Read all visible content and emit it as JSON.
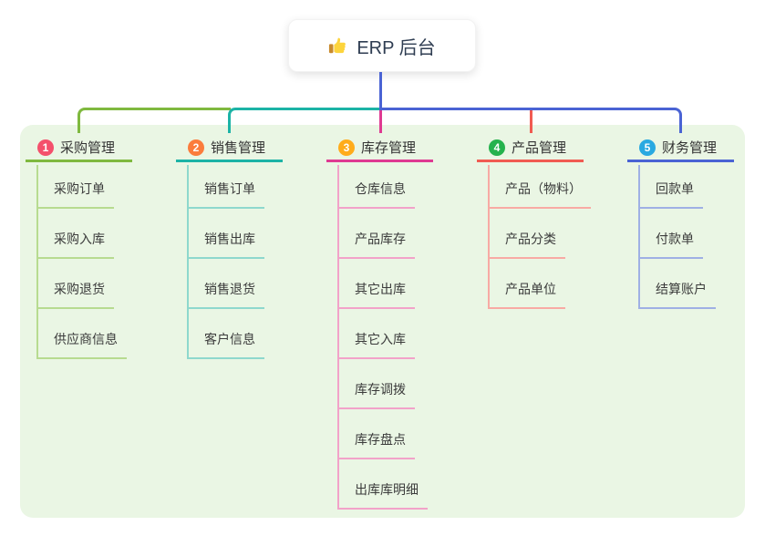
{
  "root": {
    "label": "ERP 后台",
    "icon": "thumbs-up-icon"
  },
  "branches": [
    {
      "number": "1",
      "title": "采购管理",
      "badge_color": "#f4506c",
      "line_color": "#7fb93f",
      "light_line_color": "#b7db90",
      "children": [
        "采购订单",
        "采购入库",
        "采购退货",
        "供应商信息"
      ]
    },
    {
      "number": "2",
      "title": "销售管理",
      "badge_color": "#fb7c3c",
      "line_color": "#1cb3a6",
      "light_line_color": "#8ed8cd",
      "children": [
        "销售订单",
        "销售出库",
        "销售退货",
        "客户信息"
      ]
    },
    {
      "number": "3",
      "title": "库存管理",
      "badge_color": "#ffac1b",
      "line_color": "#df3a92",
      "light_line_color": "#f2a2c9",
      "children": [
        "仓库信息",
        "产品库存",
        "其它出库",
        "其它入库",
        "库存调拨",
        "库存盘点",
        "出库库明细"
      ]
    },
    {
      "number": "4",
      "title": "产品管理",
      "badge_color": "#25b24d",
      "line_color": "#f15b52",
      "light_line_color": "#f8aaa4",
      "children": [
        "产品（物料）",
        "产品分类",
        "产品单位"
      ]
    },
    {
      "number": "5",
      "title": "财务管理",
      "badge_color": "#29a9e1",
      "line_color": "#4a63d4",
      "light_line_color": "#9fb0e4",
      "children": [
        "回款单",
        "付款单",
        "结算账户"
      ]
    }
  ],
  "colors": {
    "canvas_bg": "#ffffff",
    "panel_bg": "#eaf6e4",
    "root_stem": "#4a63d4",
    "root_text": "#2f3d52",
    "child_text": "#3b3b3b"
  }
}
